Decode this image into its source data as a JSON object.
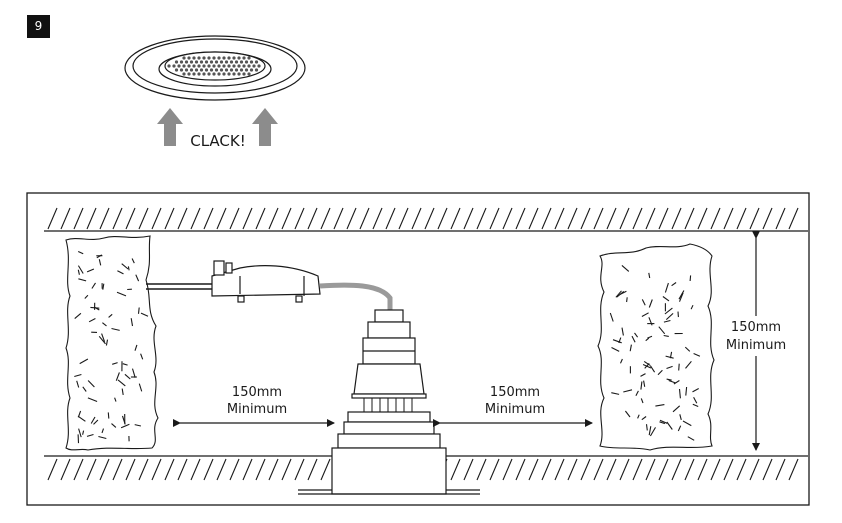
{
  "step": {
    "number": "9"
  },
  "fitting_callout": {
    "sound_label": "CLACK!"
  },
  "clearances": {
    "left_distance": "150mm",
    "left_qualifier": "Minimum",
    "right_distance": "150mm",
    "right_qualifier": "Minimum",
    "vertical_distance": "150mm",
    "vertical_qualifier": "Minimum"
  },
  "colors": {
    "line": "#1a1a1a",
    "arrow_fill": "#8c8c8c",
    "cable": "#9a9a9a"
  }
}
